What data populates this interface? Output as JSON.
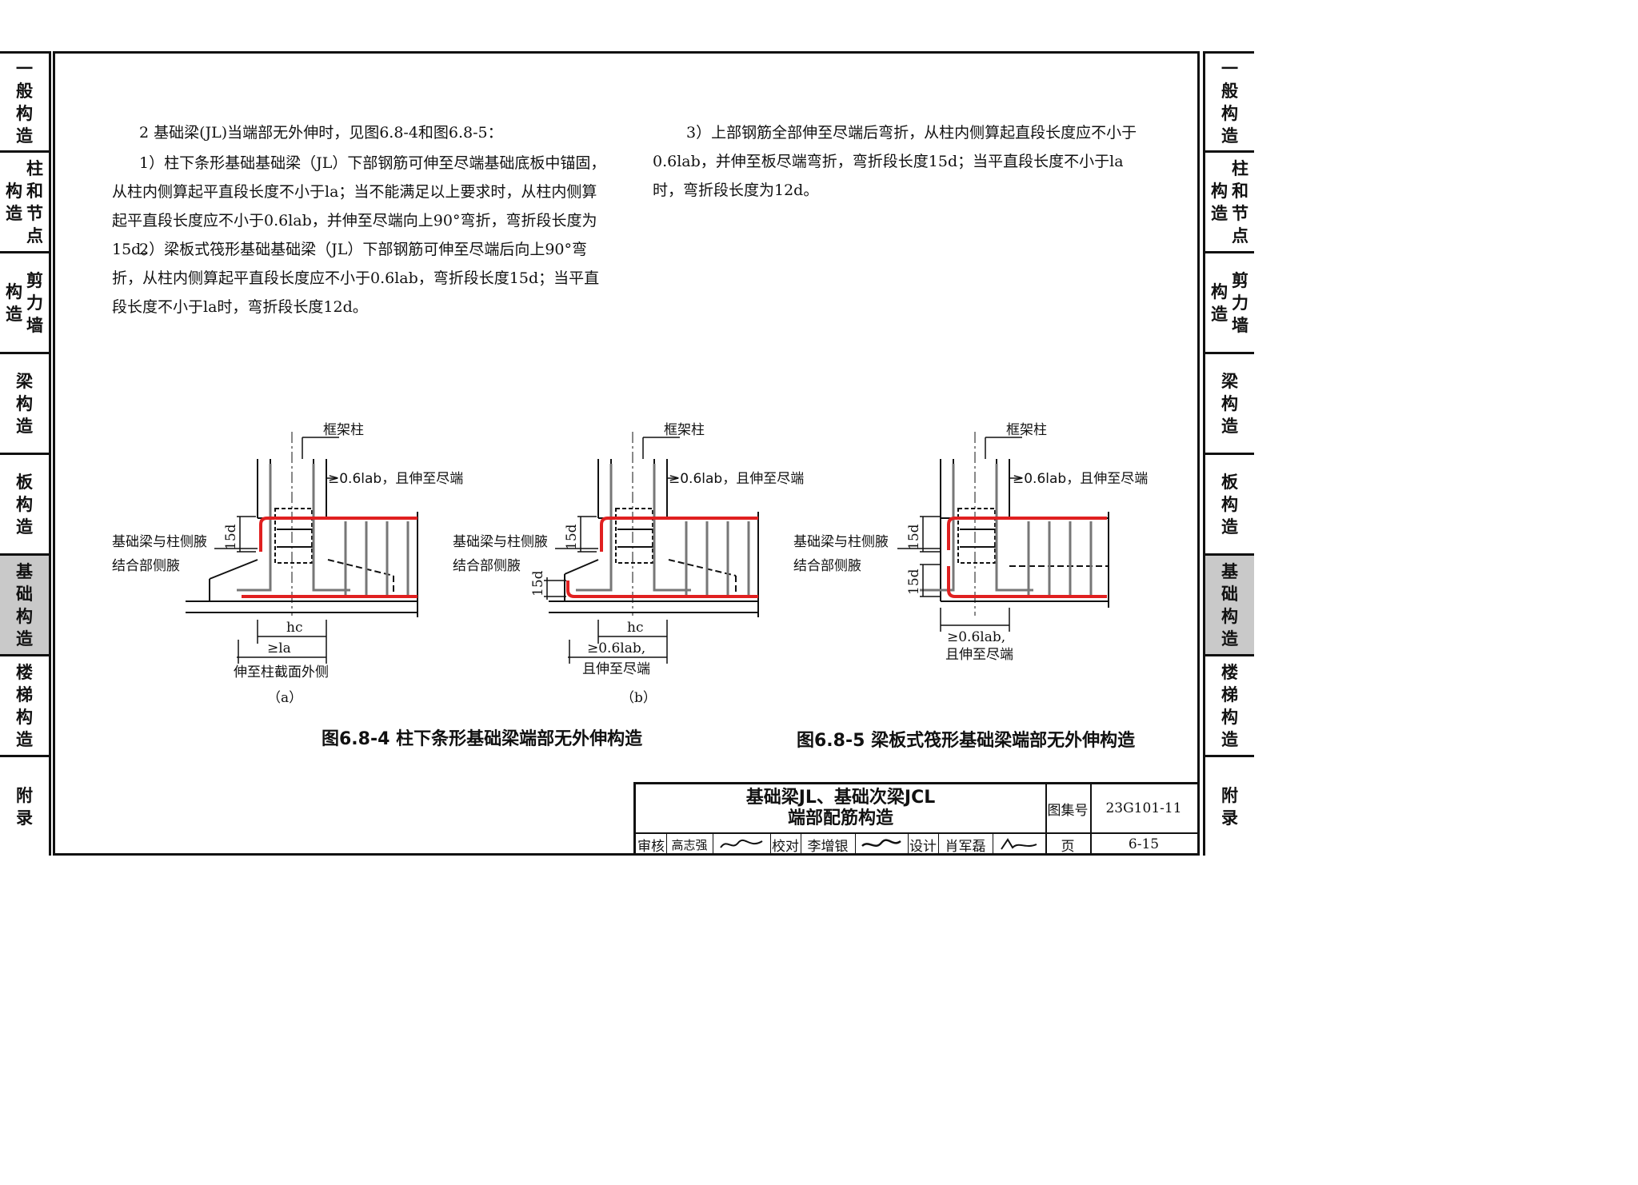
{
  "side_tabs": [
    {
      "lines": [
        "一般构造"
      ],
      "active": false
    },
    {
      "lines": [
        "构造",
        "柱和节点"
      ],
      "active": false
    },
    {
      "lines": [
        "构造",
        "剪力墙"
      ],
      "active": false
    },
    {
      "lines": [
        "梁构造"
      ],
      "active": false
    },
    {
      "lines": [
        "板构造"
      ],
      "active": false
    },
    {
      "lines": [
        "基础构造"
      ],
      "active": true
    },
    {
      "lines": [
        "楼梯构造"
      ],
      "active": false
    },
    {
      "lines": [
        "附录"
      ],
      "active": false
    }
  ],
  "text": {
    "left_p1": "2 基础梁(JL)当端部无外伸时，见图6.8-4和图6.8-5：",
    "left_p2": "1）柱下条形基础基础梁（JL）下部钢筋可伸至尽端基础底板中锚固，从柱内侧算起平直段长度不小于la；当不能满足以上要求时，从柱内侧算起平直段长度应不小于0.6lab，并伸至尽端向上90°弯折，弯折段长度为15d。",
    "left_p3": "2）梁板式筏形基础基础梁（JL）下部钢筋可伸至尽端后向上90°弯折，从柱内侧算起平直段长度应不小于0.6lab，弯折段长度15d；当平直段长度不小于la时，弯折段长度12d。",
    "right_p1": "3）上部钢筋全部伸至尽端后弯折，从柱内侧算起直段长度应不小于0.6lab，并伸至板尽端弯折，弯折段长度15d；当平直段长度不小于la时，弯折段长度为12d。"
  },
  "figures": {
    "column_label": "框架柱",
    "top_anchor_label": "≥0.6lab，且伸至尽端",
    "haunch_label_1": "基础梁与柱侧腋",
    "haunch_label_2": "结合部侧腋",
    "bend_15d": "15d",
    "hc": "hc",
    "a_dim": "≥la",
    "a_dim_note": "伸至柱截面外侧",
    "b_dim": "≥0.6lab,",
    "b_dim_note": "且伸至尽端",
    "c_dim": "≥0.6lab,",
    "c_dim_note": "且伸至尽端",
    "label_a": "（a）",
    "label_b": "（b）",
    "caption_4": "图6.8-4  柱下条形基础梁端部无外伸构造",
    "caption_5": "图6.8-5  梁板式筏形基础梁端部无外伸构造"
  },
  "title_block": {
    "title_line1": "基础梁JL、基础次梁JCL",
    "title_line2": "端部配筋构造",
    "atlas_label": "图集号",
    "atlas_no": "23G101-11",
    "review": "审核",
    "reviewer": "高志强",
    "check": "校对",
    "checker": "李增银",
    "design": "设计",
    "designer": "肖军磊",
    "page_label": "页",
    "page_no": "6-15"
  },
  "colors": {
    "rebar": "#e02020",
    "stirrup": "#777777",
    "line": "#111111",
    "active_tab": "#c9c9c9"
  }
}
